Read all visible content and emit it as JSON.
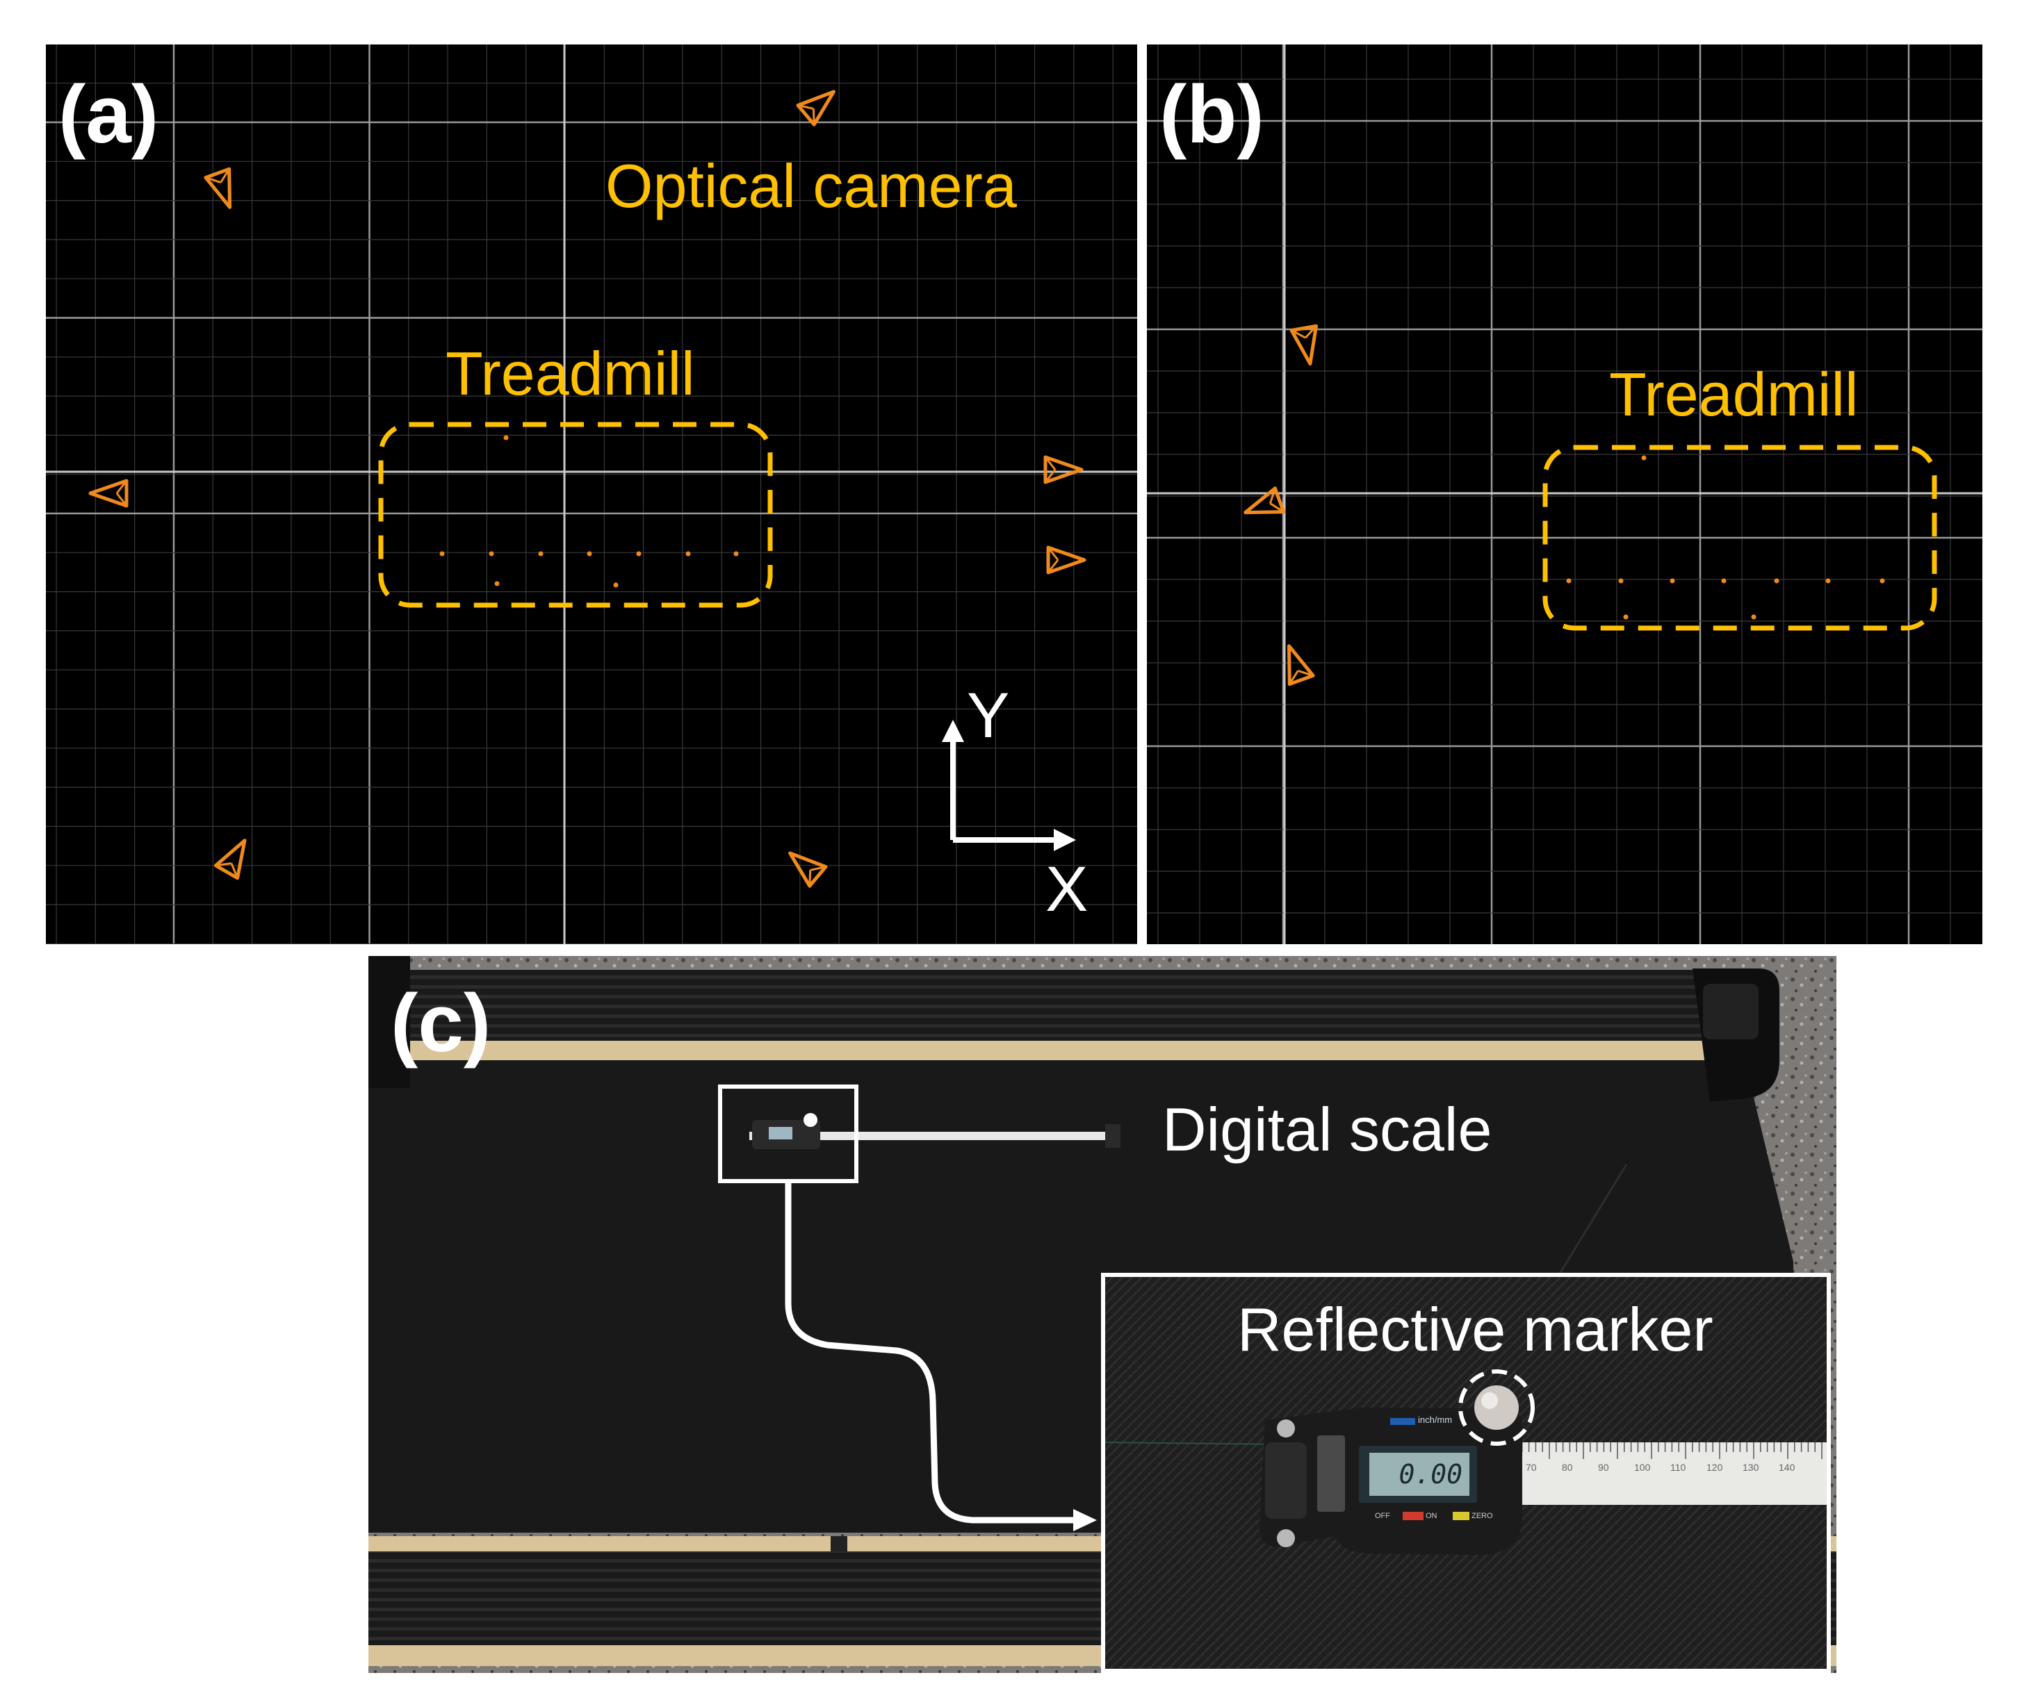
{
  "accent_color": "#FFC000",
  "camera_color": "#F08A1C",
  "panel_a": {
    "label": "(a)",
    "camera_label": "Optical camera",
    "treadmill_label": "Treadmill",
    "axis_y_label": "Y",
    "axis_x_label": "X"
  },
  "panel_b": {
    "label": "(b)",
    "treadmill_label": "Treadmill"
  },
  "panel_c": {
    "label": "(c)",
    "digital_scale_label": "Digital scale",
    "marker_label": "Reflective marker",
    "display_reading": "0.00",
    "unit_button": "inch/mm",
    "off_label": "OFF",
    "on_label": "ON",
    "zero_label": "ZERO",
    "ruler_ticks": [
      "70",
      "80",
      "90",
      "100",
      "110",
      "120",
      "130",
      "140"
    ]
  }
}
